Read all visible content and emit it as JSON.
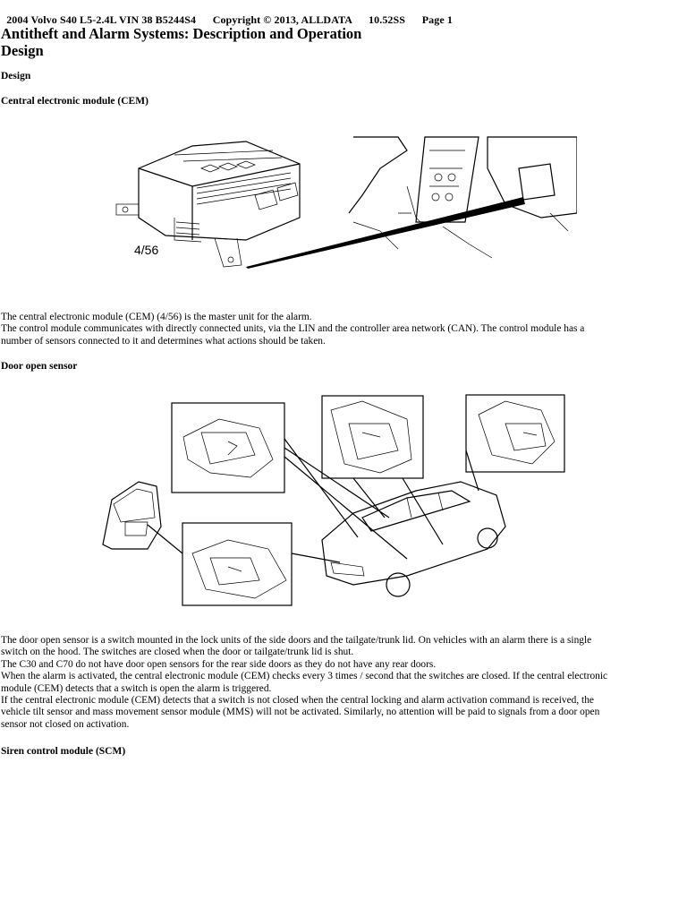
{
  "header": {
    "vehicle": "2004 Volvo S40 L5-2.4L VIN 38 B5244S4",
    "copyright": "Copyright © 2013, ALLDATA",
    "version": "10.52SS",
    "page": "Page 1"
  },
  "title": {
    "line1": "Antitheft and Alarm Systems: Description and Operation",
    "line2": "Design"
  },
  "sections": {
    "design": "Design",
    "cem_heading": "Central electronic module (CEM)",
    "cem_label": "4/56",
    "cem_text": [
      "The central electronic module (CEM) (4/56) is the master unit for the alarm.",
      "The control module communicates with directly connected units, via the LIN and the controller area network (CAN). The control module has a",
      "number of sensors connected to it and determines what actions should be taken."
    ],
    "door_heading": "Door open sensor",
    "door_text": [
      "The door open sensor is a switch mounted in the lock units of the side doors and the tailgate/trunk lid. On vehicles with an alarm there is a single",
      "switch on the hood. The switches are closed when the door or tailgate/trunk lid is shut.",
      "The C30 and C70 do not have door open sensors for the rear side doors as they do not have any rear doors.",
      "When the alarm is activated, the central electronic module (CEM) checks every 3 times / second that the switches are closed. If the central electronic",
      "module (CEM) detects that a switch is open the alarm is triggered.",
      "If the central electronic module (CEM) detects that a switch is not closed when the central locking and alarm activation command is received, the",
      "vehicle tilt sensor and mass movement sensor module (MMS) will not be activated. Similarly, no attention will be paid to signals from a door open",
      "sensor not closed on activation."
    ],
    "siren_heading": "Siren control module (SCM)"
  }
}
